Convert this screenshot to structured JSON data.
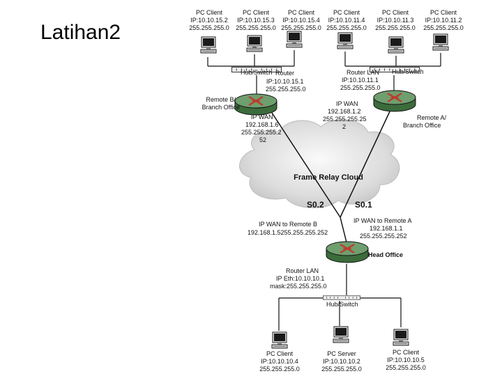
{
  "slide": {
    "title": "Latihan2"
  },
  "diagram": {
    "cloud_label": "Frame Relay Cloud",
    "s02": "S0.2",
    "s01": "S0.1",
    "top_left_pcs": [
      {
        "title": "PC Client",
        "ip": "IP:10.10.15.2",
        "mask": "255.255.255.0"
      },
      {
        "title": "PC Client",
        "ip": "IP:10.10.15.3",
        "mask": "255.255.255.0"
      },
      {
        "title": "PC Client",
        "ip": "IP:10.10.15.4",
        "mask": "255.255.255.0"
      }
    ],
    "top_right_pcs": [
      {
        "title": "PC Client",
        "ip": "IP:10.10.11.4",
        "mask": "255.255.255.0"
      },
      {
        "title": "PC Client",
        "ip": "IP:10.10.11.3",
        "mask": "255.255.255.0"
      },
      {
        "title": "PC Client",
        "ip": "IP:10.10.11.2",
        "mask": "255.255.255.0"
      }
    ],
    "bottom_pcs": [
      {
        "title": "PC Client",
        "ip": "IP:10.10.10.4",
        "mask": "255.255.255.0"
      },
      {
        "title": "PC Server",
        "ip": "IP:10.10.10.2",
        "mask": "255.255.255.0"
      },
      {
        "title": "PC Client",
        "ip": "IP:10.10.10.5",
        "mask": "255.255.255.0"
      }
    ],
    "hub_left": "Hub/Switch",
    "hub_right": "Hub/Switch",
    "hub_bottom": "Hub/Switch",
    "remote_b": {
      "name_line1": "Remote B/",
      "name_line2": "Branch Office",
      "lan_line1": "Router",
      "lan_line2": "IP:10.10.15.1",
      "lan_line3": "255.255.255.0",
      "wan_line1": "IP WAN",
      "wan_line2": "192.168.1.6",
      "wan_line3": "255.255.255.2",
      "wan_line4": "52"
    },
    "remote_a": {
      "name_line1": "Remote A/",
      "name_line2": "Branch Office",
      "lan_line1": "Router LAN",
      "lan_line2": "IP:10.10.11.1",
      "lan_line3": "255.255.255.0",
      "wan_line1": "IP WAN",
      "wan_line2": "192.168.1.2",
      "wan_line3": "255.255.255.25",
      "wan_line4": "2"
    },
    "head_office": {
      "name": "Head Office",
      "wan_b_line1": "IP WAN to Remote B",
      "wan_b_line2": "192.168.1.5255.255.255.252",
      "wan_a_line1": "IP WAN to Remote A",
      "wan_a_line2": "192.168.1.1",
      "wan_a_line3": "255.255.255.252",
      "lan_line1": "Router LAN",
      "lan_line2": "IP Eth:10.10.10.1",
      "lan_line3": "mask:255.255.255.0"
    }
  }
}
